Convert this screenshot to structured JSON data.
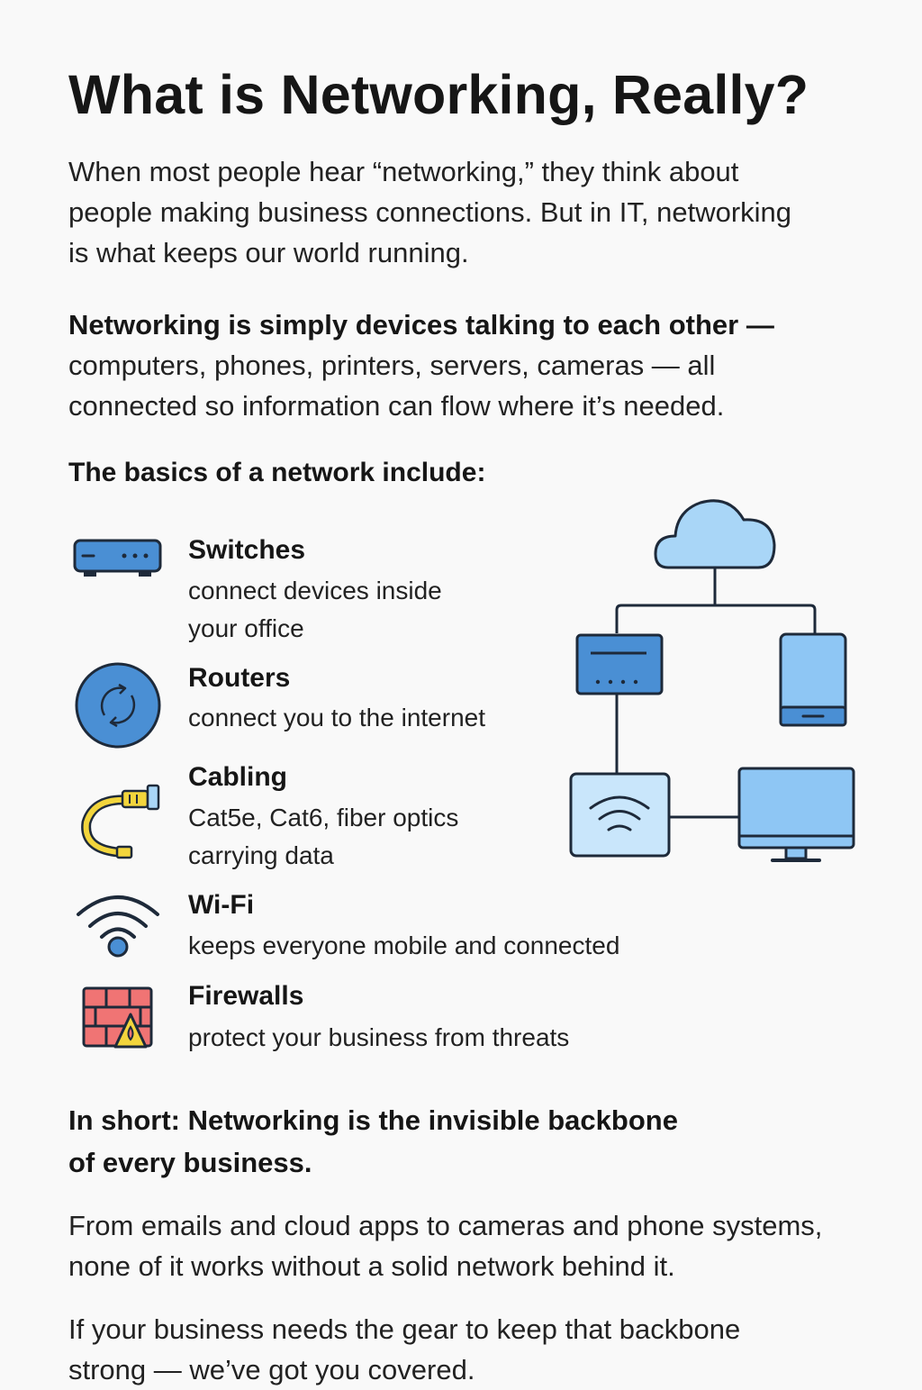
{
  "title": "What is Networking, Really?",
  "intro": {
    "line1": "When most people hear “networking,” they think about",
    "line2": "people making business connections. But in IT, networking",
    "line3": "is what keeps our world running."
  },
  "definition": {
    "bold": "Networking is simply devices talking to each other —",
    "line2": "computers, phones, printers, servers, cameras — all",
    "line3": "connected so information can flow where it’s needed."
  },
  "basics_heading": "The basics of a network include:",
  "items": [
    {
      "icon": "switch-icon",
      "title": "Switches",
      "desc_line1": "connect devices inside",
      "desc_line2": "your office"
    },
    {
      "icon": "router-icon",
      "title": "Routers",
      "desc_line1": "connect you to the internet"
    },
    {
      "icon": "cable-icon",
      "title": "Cabling",
      "desc_line1": "Cat5e, Cat6, fiber optics",
      "desc_line2": "carrying data"
    },
    {
      "icon": "wifi-icon",
      "title": "Wi-Fi",
      "desc_line1": "keeps everyone mobile and connected"
    },
    {
      "icon": "firewall-icon",
      "title": "Firewalls",
      "desc_line1": "protect your business from threats"
    }
  ],
  "summary": {
    "line1": "In short: Networking is the invisible backbone",
    "line2": "of every business."
  },
  "closing": {
    "p1_line1": "From emails and cloud apps to cameras and phone systems,",
    "p1_line2": "none of it works without a solid network behind it.",
    "p2_line1": "If your business needs the gear to keep that backbone",
    "p2_line2": "strong — we’ve got you covered."
  },
  "colors": {
    "blue": "#4a8fd4",
    "light_blue": "#a9d6f7",
    "yellow": "#f2d53c",
    "red": "#f07474",
    "stroke": "#1e2a3a"
  }
}
